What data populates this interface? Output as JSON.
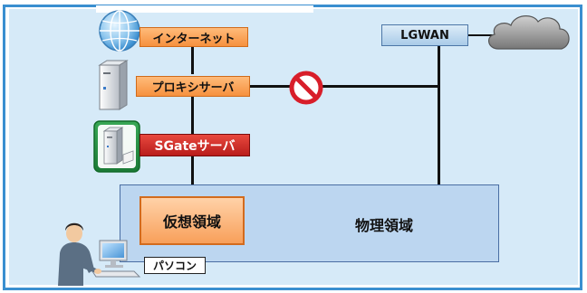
{
  "nodes": {
    "internet": "インターネット",
    "proxy": "プロキシサーバ",
    "sgate": "SGateサーバ",
    "lgwan": "LGWAN",
    "virtual_area": "仮想領域",
    "physical_area": "物理領域",
    "pc": "パソコン"
  },
  "icons": {
    "globe": "globe-icon",
    "proxy_server": "server-icon",
    "sgate_server": "server-icon",
    "cloud": "cloud-icon",
    "blocked": "prohibited-icon",
    "user": "person-at-computer-icon"
  },
  "colors": {
    "frame": "#3a8fd0",
    "background": "#d6eaf8",
    "label_orange": "#f6913e",
    "sgate_red": "#c0201c",
    "blocked_red": "#d81e2a",
    "sgate_tile": "#1e8a3c"
  }
}
